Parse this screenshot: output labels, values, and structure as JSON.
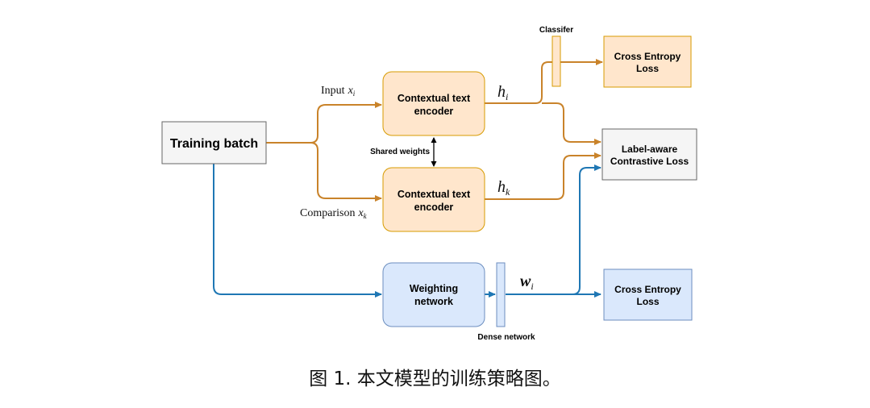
{
  "colors": {
    "orange_fill": "#ffe6cc",
    "orange_stroke": "#d79b00",
    "orange_line": "#c9832a",
    "blue_fill": "#dae8fc",
    "blue_stroke": "#6c8ebf",
    "blue_line": "#1f77b4",
    "gray_fill": "#f5f5f5",
    "gray_stroke": "#666666"
  },
  "nodes": {
    "training_batch": "Training batch",
    "encoder_top": [
      "Contextual text",
      "encoder"
    ],
    "encoder_bottom": [
      "Contextual text",
      "encoder"
    ],
    "shared_weights": "Shared weights",
    "classifier": "Classifer",
    "ce_loss_top": [
      "Cross Entropy",
      "Loss"
    ],
    "label_aware_loss": [
      "Label-aware",
      "Contrastive Loss"
    ],
    "weighting_network": [
      "Weighting",
      "network"
    ],
    "dense_network": "Dense network",
    "ce_loss_bottom": [
      "Cross Entropy",
      "Loss"
    ]
  },
  "edge_labels": {
    "input": "Input",
    "input_var": "x",
    "input_sub": "i",
    "comparison": "Comparison",
    "comparison_var": "x",
    "comparison_sub": "k",
    "h_i_var": "h",
    "h_i_sub": "i",
    "h_k_var": "h",
    "h_k_sub": "k",
    "w_i_var": "w",
    "w_i_sub": "i"
  },
  "caption": "图 1.  本文模型的训练策略图。"
}
